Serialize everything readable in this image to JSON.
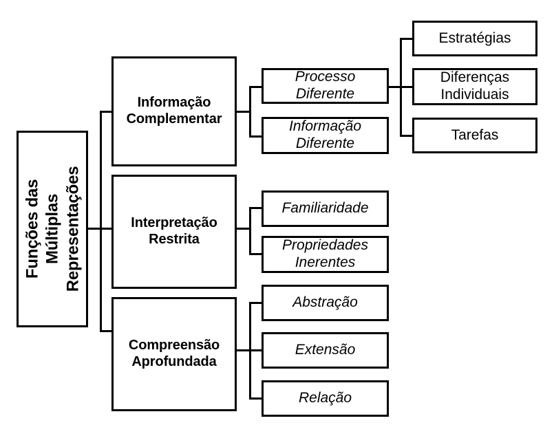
{
  "diagram": {
    "title": "Funções das Múltiplas Representações",
    "type": "hierarchical-tree",
    "language": "pt-BR",
    "colors": {
      "background": "#ffffff",
      "stroke": "#000000",
      "text": "#000000"
    }
  },
  "root": {
    "label": "Funções das Múltiplas\nRepresentações",
    "orientation": "vertical-text",
    "style": "bold"
  },
  "branches": [
    {
      "id": "informacao-complementar",
      "label": "Informação\nComplementar",
      "style": "bold",
      "children": [
        {
          "id": "processo-diferente",
          "label": "Processo Diferente",
          "style": "italic",
          "children": [
            {
              "id": "estrategias",
              "label": "Estratégias",
              "style": "regular"
            },
            {
              "id": "diferencas-individuais",
              "label": "Diferenças\nIndividuais",
              "style": "regular"
            },
            {
              "id": "tarefas",
              "label": "Tarefas",
              "style": "regular"
            }
          ]
        },
        {
          "id": "informacao-diferente",
          "label": "Informação\nDiferente",
          "style": "italic",
          "children": []
        }
      ]
    },
    {
      "id": "interpretacao-restrita",
      "label": "Interpretação\nRestrita",
      "style": "bold",
      "children": [
        {
          "id": "familiaridade",
          "label": "Familiaridade",
          "style": "italic",
          "children": []
        },
        {
          "id": "propriedades-inerentes",
          "label": "Propriedades\nInerentes",
          "style": "italic",
          "children": []
        }
      ]
    },
    {
      "id": "compreensao-aprofundada",
      "label": "Compreensão\nAprofundada",
      "style": "bold",
      "children": [
        {
          "id": "abstracao",
          "label": "Abstração",
          "style": "italic",
          "children": []
        },
        {
          "id": "extensao",
          "label": "Extensão",
          "style": "italic",
          "children": []
        },
        {
          "id": "relacao",
          "label": "Relação",
          "style": "italic",
          "children": []
        }
      ]
    }
  ]
}
